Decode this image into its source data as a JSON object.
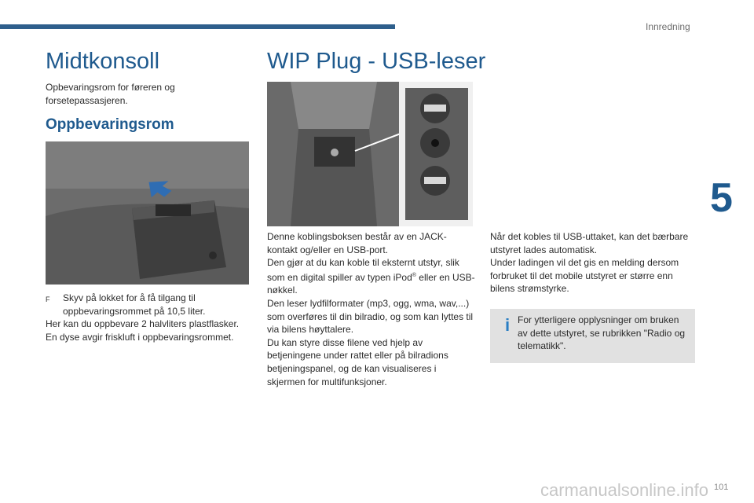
{
  "header": {
    "section": "Innredning",
    "chapter": "5"
  },
  "left": {
    "title": "Midtkonsoll",
    "intro": "Opbevaringsrom for føreren og forsetepassasjeren.",
    "subheading": "Oppbevaringsrom",
    "bullet_marker": "F",
    "bullet_text": "Skyv på lokket for å få tilgang til oppbevaringsrommet på 10,5 liter.",
    "lines": [
      "Her kan du oppbevare 2 halvliters plastflasker.",
      "En dyse avgir friskluft i oppbevaringsrommet."
    ]
  },
  "middle": {
    "title": "WIP Plug - USB-leser",
    "p1": "Denne koblingsboksen består av en JACK-kontakt og/eller en USB-port.",
    "p2a": "Den gjør at du kan koble til eksternt utstyr, slik som en digital spiller av typen iPod",
    "p2sup": "®",
    "p2b": " eller en USB-nøkkel.",
    "p3": "Den leser lydfilformater (mp3, ogg, wma, wav,...) som overføres til din bilradio, og som kan lyttes til via bilens høyttalere.",
    "p4": "Du kan styre disse filene ved hjelp av betjeningene under rattet eller på bilradions betjeningspanel, og de kan visualiseres i skjermen for multifunksjoner."
  },
  "right": {
    "p1": "Når det kobles til USB-uttaket, kan det bærbare utstyret lades automatisk.",
    "p2": "Under ladingen vil det gis en melding dersom forbruket til det mobile utstyret er større enn bilens strømstyrke.",
    "info_icon": "i",
    "info_text": "For ytterligere opplysninger om bruken av dette utstyret, se rubrikken \"Radio og telematikk\"."
  },
  "footer": {
    "page": "101",
    "watermark": "carmanualsonline.info"
  }
}
